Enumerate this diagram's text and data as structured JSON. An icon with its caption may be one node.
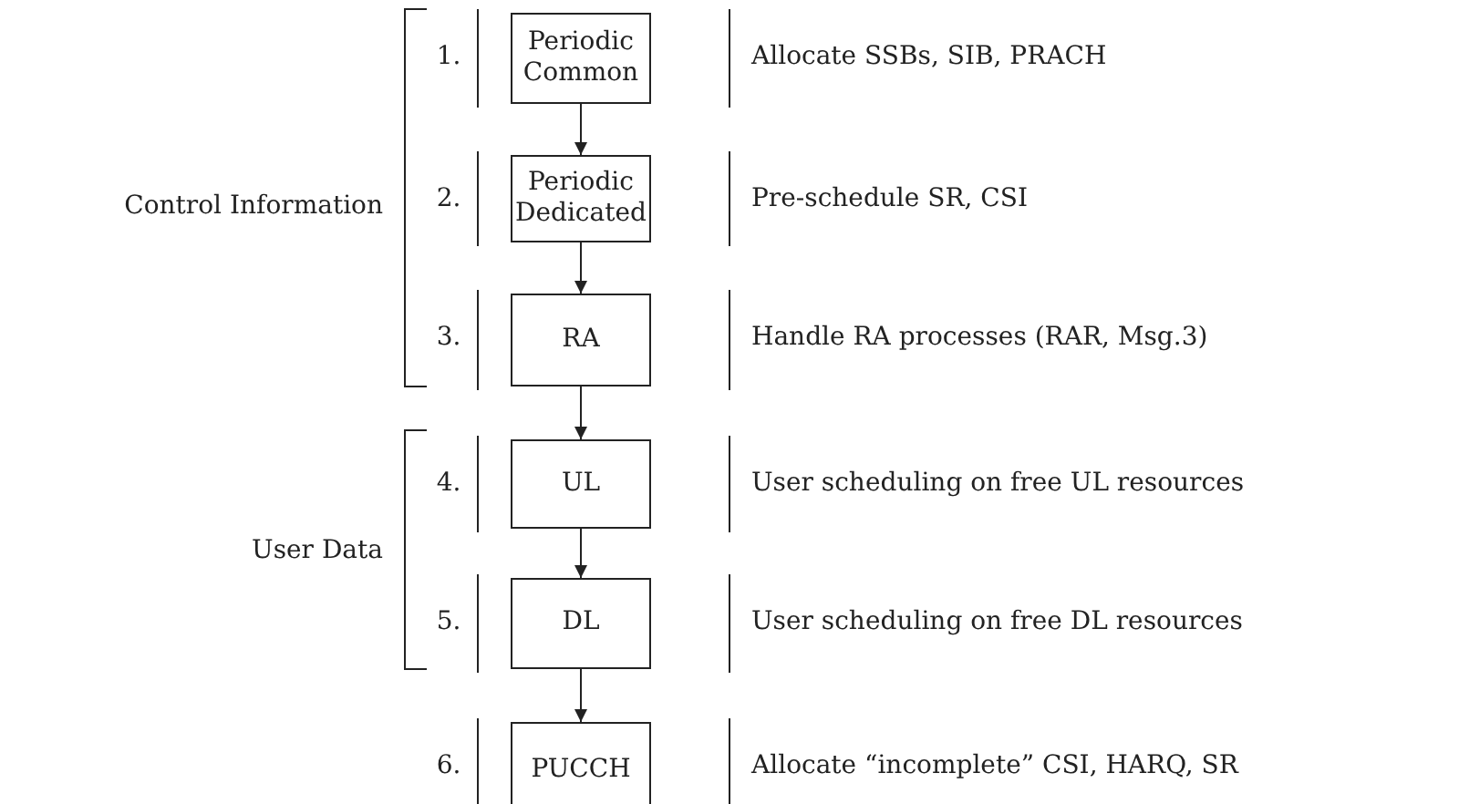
{
  "diagram": {
    "nodes": [
      {
        "text": [
          "Periodic Common"
        ],
        "beside": [
          "1.",
          "Allocate SSBs, SIB, PRACH"
        ]
      },
      {
        "text": [
          "Periodic Dedicated"
        ],
        "beside": [
          "2.",
          "Pre-schedule SR, CSI"
        ]
      },
      {
        "text": [
          "RA"
        ],
        "beside": [
          "3.",
          "Handle RA processes (RAR, Msg.3)"
        ]
      },
      {
        "text": [
          "UL"
        ],
        "beside": [
          "4.",
          "User scheduling on free UL resources"
        ]
      },
      {
        "text": [
          "DL"
        ],
        "beside": [
          "5.",
          "User scheduling on free DL resources"
        ]
      },
      {
        "text": [
          "PUCCH"
        ],
        "beside": [
          "6.",
          "Allocate “incomplete” CSI, HARQ, SR"
        ]
      }
    ],
    "edges": [
      {
        "from": 0,
        "to": 1,
        "arrow": "to"
      },
      {
        "from": 1,
        "to": 2,
        "arrow": "to"
      },
      {
        "from": 2,
        "to": 3,
        "arrow": "to"
      },
      {
        "from": 3,
        "to": 4,
        "arrow": "to"
      },
      {
        "from": 4,
        "to": 5,
        "arrow": "to"
      }
    ],
    "labels": [
      "Control Information",
      "User Data"
    ]
  }
}
